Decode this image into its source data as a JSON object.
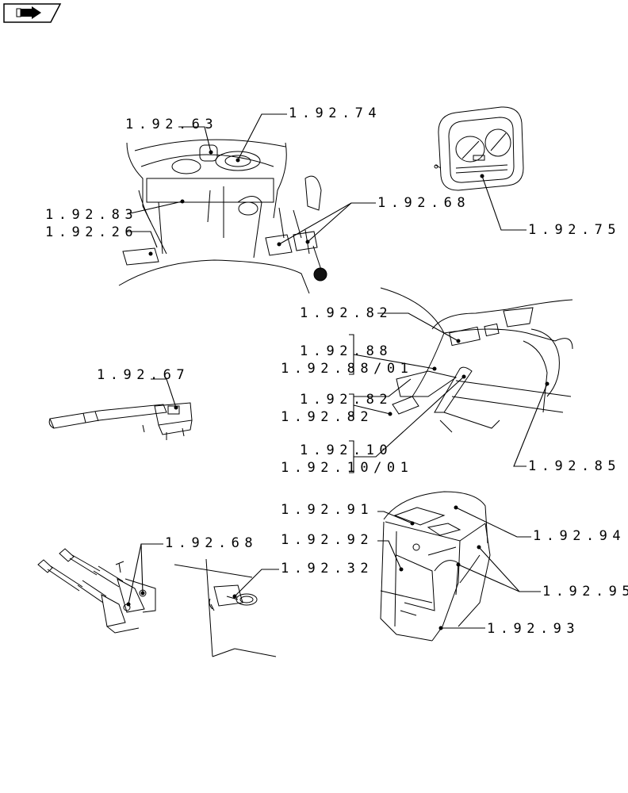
{
  "nav": {
    "icon": "forward-arrow-icon"
  },
  "labels": {
    "p1_63": "1.92.63",
    "p1_74": "1.92.74",
    "p1_83": "1.92.83",
    "p1_26": "1.92.26",
    "p1_68": "1.92.68",
    "p2_75": "1.92.75",
    "p3_82a": "1.92.82",
    "p3_88": "1.92.88",
    "p3_88_01": "1.92.88/01",
    "p3_82b": "1.92.82",
    "p3_82c": "1.92.82",
    "p3_10": "1.92.10",
    "p3_10_01": "1.92.10/01",
    "p3_85": "1.92.85",
    "p4_67": "1.92.67",
    "p5_68": "1.92.68",
    "p6_32": "1.92.32",
    "p7_91": "1.92.91",
    "p7_92": "1.92.92",
    "p7_94": "1.92.94",
    "p7_95": "1.92.95",
    "p7_93": "1.92.93"
  }
}
